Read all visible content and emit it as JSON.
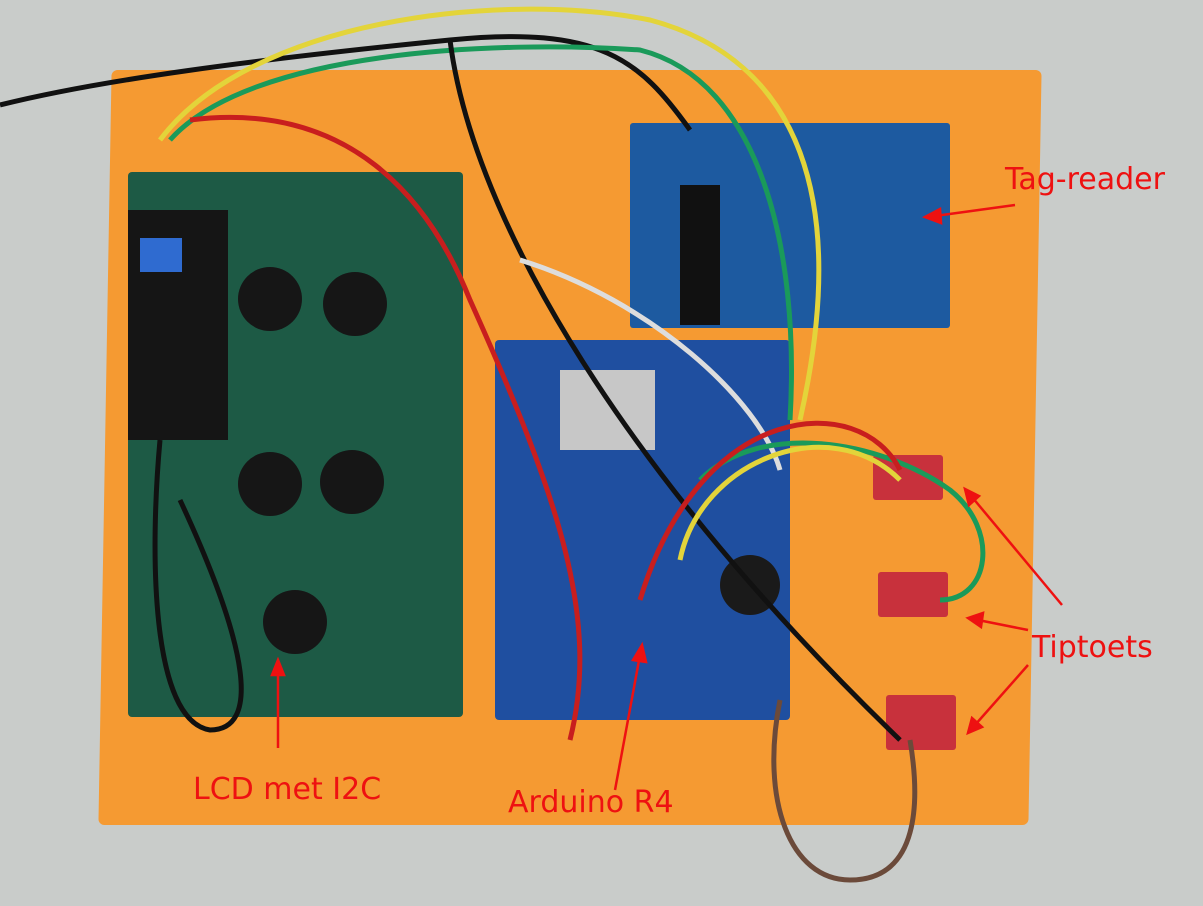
{
  "annotations": {
    "tag_reader": "Tag-reader",
    "tiptoets": "Tiptoets",
    "lcd": "LCD met I2C",
    "arduino": "Arduino R4"
  },
  "colors": {
    "annotation": "#ee1111",
    "plate": "#f59a32",
    "lcd_board": "#1d5a45",
    "arduino": "#1f4fa0",
    "rfid": "#1d5aa0"
  }
}
